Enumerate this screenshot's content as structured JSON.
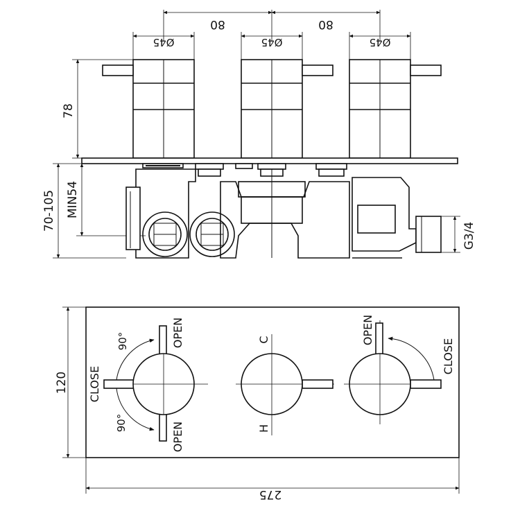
{
  "dimensions": {
    "spacing_left": "80",
    "spacing_right": "80",
    "diameter_1": "Ø45",
    "diameter_2": "Ø45",
    "diameter_3": "Ø45",
    "handle_height": "78",
    "depth_range": "70-105",
    "depth_min": "MIN54",
    "thread": "G3/4",
    "plate_height": "120",
    "plate_width": "275"
  },
  "labels": {
    "left_open_top": "OPEN",
    "left_angle_top": "90°",
    "left_close": "CLOSE",
    "left_angle_bottom": "90°",
    "left_open_bottom": "OPEN",
    "center_cold": "C",
    "center_hot": "H",
    "right_open": "OPEN",
    "right_close": "CLOSE"
  },
  "colors": {
    "line": "#111111",
    "background": "#ffffff"
  }
}
